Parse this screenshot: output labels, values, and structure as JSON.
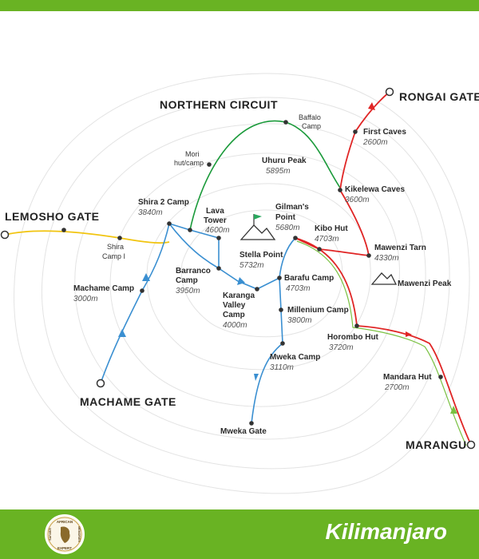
{
  "gates": {
    "rongai": "RONGAI GATE",
    "lemosho": "LEMOSHO GATE",
    "machame": "MACHAME GATE",
    "marangu": "MARANGU",
    "mweka": "Mweka Gate"
  },
  "route_names": {
    "northern_circuit": "NORTHERN CIRCUIT"
  },
  "places": {
    "baffalo_camp_1": "Baffalo",
    "baffalo_camp_2": "Camp",
    "first_caves": "First Caves",
    "first_caves_alt": "2600m",
    "mori_1": "Mori",
    "mori_2": "hut/camp",
    "uhuru": "Uhuru Peak",
    "uhuru_alt": "5895m",
    "kikelewa": "Kikelewa Caves",
    "kikelewa_alt": "3600m",
    "shira2": "Shira 2 Camp",
    "shira2_alt": "3840m",
    "gilmans_1": "Gilman's",
    "gilmans_2": "Point",
    "gilmans_alt": "5680m",
    "lava_1": "Lava",
    "lava_2": "Tower",
    "lava_alt": "4600m",
    "kibo": "Kibo Hut",
    "kibo_alt": "4703m",
    "shira1_1": "Shira",
    "shira1_2": "Camp I",
    "mawenzi_tarn": "Mawenzi Tarn",
    "mawenzi_tarn_alt": "4330m",
    "stella": "Stella Point",
    "stella_alt": "5732m",
    "barranco_1": "Barranco",
    "barranco_2": "Camp",
    "barranco_alt": "3950m",
    "barafu": "Barafu Camp",
    "barafu_alt": "4703m",
    "mawenzi_peak": "Mawenzi Peak",
    "machame_camp": "Machame Camp",
    "machame_camp_alt": "3000m",
    "karanga_1": "Karanga",
    "karanga_2": "Valley",
    "karanga_3": "Camp",
    "karanga_alt": "4000m",
    "millenium": "Millenium Camp",
    "millenium_alt": "3800m",
    "horombo": "Horombo Hut",
    "horombo_alt": "3720m",
    "mweka_camp": "Mweka Camp",
    "mweka_camp_alt": "3110m",
    "mandara": "Mandara Hut",
    "mandara_alt": "2700m"
  },
  "footer": {
    "title": "Kilimanjaro",
    "logo_top": "AFRICAN",
    "logo_right": "MEMORIES",
    "logo_left": "SAFARIS",
    "logo_bottom": "EXPERT"
  },
  "colors": {
    "brand_green": "#69b323",
    "route_blue": "#3a8fd1",
    "route_green": "#1a9a3a",
    "route_red": "#e02525",
    "route_yellow": "#f1c40f"
  }
}
